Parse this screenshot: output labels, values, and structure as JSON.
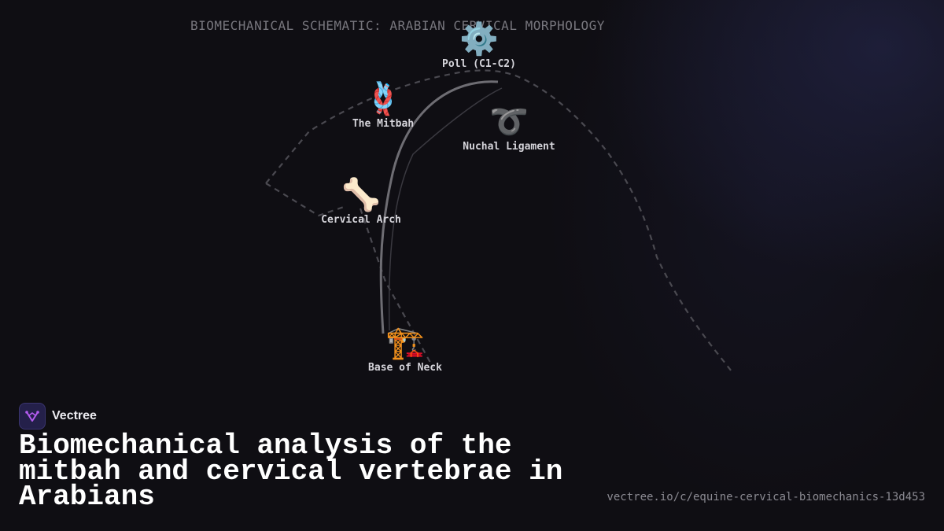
{
  "diagram": {
    "title": "BIOMECHANICAL SCHEMATIC: ARABIAN CERVICAL MORPHOLOGY",
    "nodes": [
      {
        "id": "poll",
        "icon": "⚙️",
        "icon_name": "gear-icon",
        "label": "Poll (C1-C2)"
      },
      {
        "id": "mitbah",
        "icon": "🪢",
        "icon_name": "knot-icon",
        "label": "The Mitbah"
      },
      {
        "id": "nuchal",
        "icon": "➰",
        "icon_name": "curly-loop-icon",
        "label": "Nuchal Ligament"
      },
      {
        "id": "arch",
        "icon": "🦴",
        "icon_name": "bone-icon",
        "label": "Cervical Arch"
      },
      {
        "id": "base",
        "icon": "🏗️",
        "icon_name": "crane-icon",
        "label": "Base of Neck"
      }
    ],
    "colors": {
      "dashed_path": "#4a4950",
      "neck_curve": "#6e6d73"
    }
  },
  "brand": {
    "name": "Vectree",
    "logo_icon": "vectree-logo-icon",
    "accent": "#b45cf0"
  },
  "headline": "Biomechanical analysis of the mitbah and cervical vertebrae in Arabians",
  "source_url": "vectree.io/c/equine-cervical-biomechanics-13d453"
}
